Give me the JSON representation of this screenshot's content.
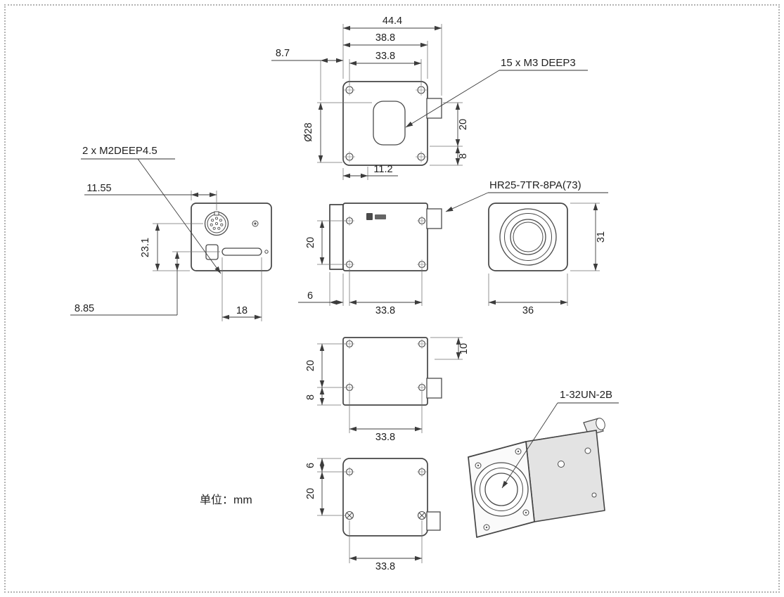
{
  "page": {
    "units_label": "单位：mm"
  },
  "annotations": {
    "m2_holes": "2 x M2DEEP4.5",
    "m3_holes": "15 x  M3 DEEP3",
    "connector": "HR25-7TR-8PA(73)",
    "lens_thread": "1-32UN-2B"
  },
  "dims": {
    "top": {
      "overall_width": "44.4",
      "body_width": "38.8",
      "screw_span": "33.8",
      "edge_offset": "8.7",
      "lens_dia": "Ø28",
      "side_height": "20",
      "side_edge": "8",
      "hole_offset": "11.2"
    },
    "back": {
      "connector_x": "11.55",
      "connector_y": "23.1",
      "slot_y": "8.85",
      "slot_span": "18"
    },
    "side": {
      "screw_span_v": "20",
      "flange": "6",
      "screw_span_h": "33.8"
    },
    "front": {
      "height": "31",
      "width": "36"
    },
    "side2": {
      "screw_span_v": "20",
      "bottom_edge": "8",
      "top_offset": "10",
      "screw_span_h": "33.8"
    },
    "bottom": {
      "top_edge": "6",
      "screw_span_v": "20",
      "screw_span_h": "33.8"
    }
  }
}
